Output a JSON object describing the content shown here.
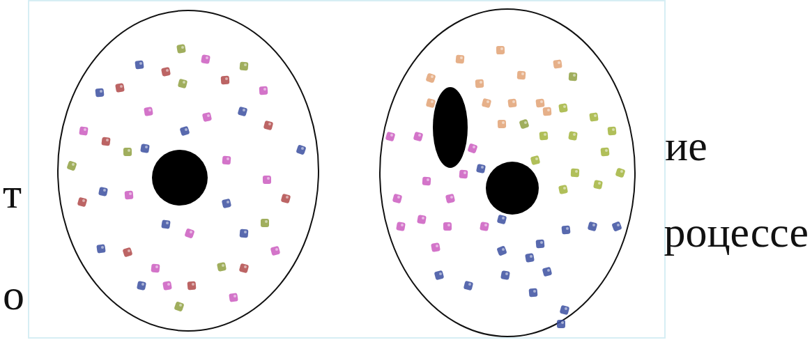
{
  "diagram": {
    "labels": [
      "ие",
      "т",
      "роцессе",
      "о"
    ]
  }
}
